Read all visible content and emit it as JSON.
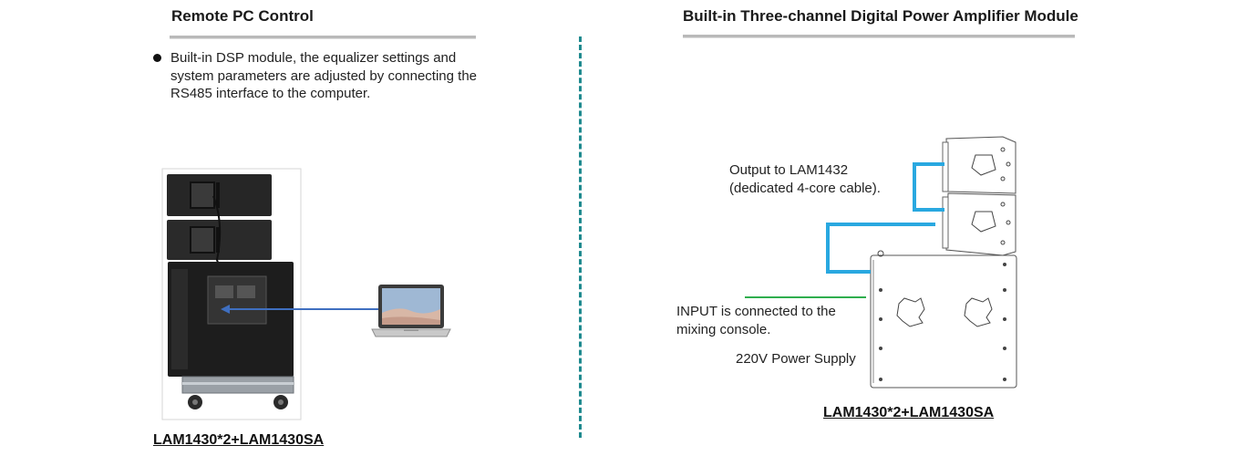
{
  "left": {
    "heading": "Remote PC Control",
    "bullet": "Built-in DSP module, the equalizer settings and system parameters are adjusted by connecting the RS485 interface to the computer.",
    "caption": "LAM1430*2+LAM1430SA"
  },
  "right": {
    "heading": "Built-in Three-channel Digital Power Amplifier Module",
    "output_label_line1": "Output to LAM1432",
    "output_label_line2": "(dedicated 4-core cable).",
    "input_label_line1": "INPUT is connected to the",
    "input_label_line2": "mixing console.",
    "power_label": "220V Power Supply",
    "caption": "LAM1430*2+LAM1430SA"
  },
  "colors": {
    "divider": "#1f8a8f",
    "cable_blue": "#29a8e0",
    "input_green": "#2fae4e",
    "arrow_blue": "#3f6fc0"
  }
}
